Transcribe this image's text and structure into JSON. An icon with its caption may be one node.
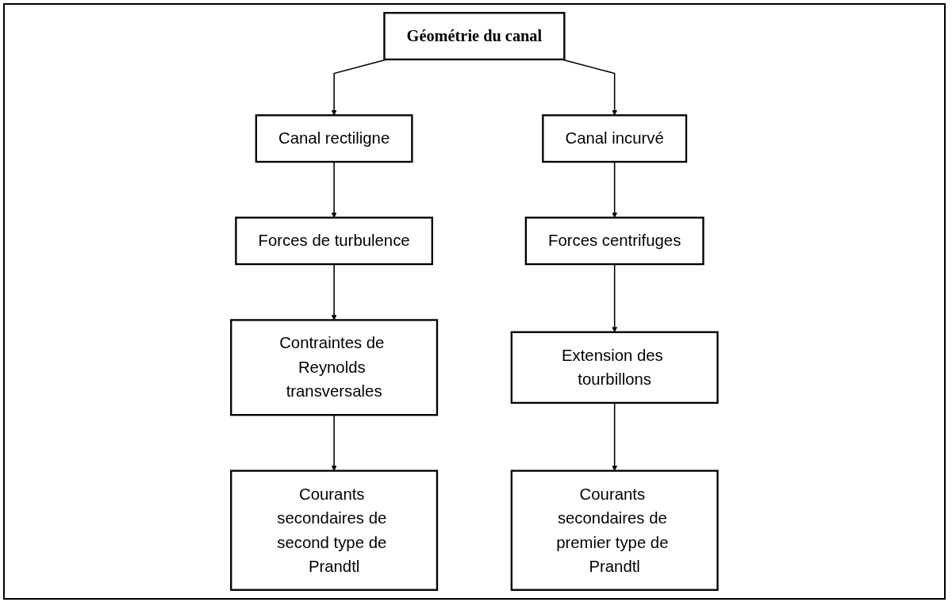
{
  "diagram": {
    "nodes": [
      {
        "text": [
          "Géométrie du canal"
        ]
      },
      {
        "text": [
          "Canal rectiligne"
        ]
      },
      {
        "text": [
          "Forces de turbulence"
        ]
      },
      {
        "text": [
          "Contraintes de Reynolds transversales"
        ]
      },
      {
        "text": [
          "Courants secondaires de second type de Prandtl"
        ]
      },
      {
        "text": [
          "Canal incurvé"
        ]
      },
      {
        "text": [
          "Forces centrifuges"
        ]
      },
      {
        "text": [
          "Extension des tourbillons"
        ]
      },
      {
        "text": [
          "Courants secondaires de premier type de Prandtl"
        ]
      }
    ],
    "edges": [
      {
        "from": 0,
        "to": 1,
        "arrow": "to"
      },
      {
        "from": 0,
        "to": 5,
        "arrow": "to"
      },
      {
        "from": 1,
        "to": 2,
        "arrow": "to"
      },
      {
        "from": 2,
        "to": 3,
        "arrow": "to"
      },
      {
        "from": 3,
        "to": 4,
        "arrow": "to"
      },
      {
        "from": 5,
        "to": 6,
        "arrow": "to"
      },
      {
        "from": 6,
        "to": 7,
        "arrow": "to"
      },
      {
        "from": 7,
        "to": 8,
        "arrow": "to"
      }
    ]
  }
}
